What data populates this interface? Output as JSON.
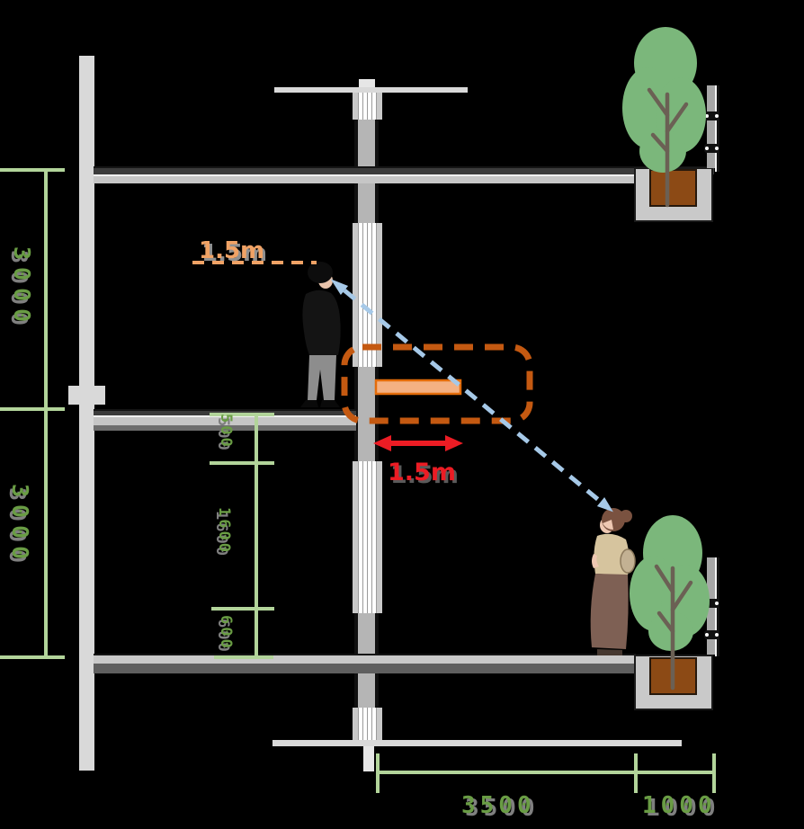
{
  "scene": {
    "type": "architectural-section-diagram",
    "description": "Building section: sight line between a man on the middle floor and a woman on the ground floor, trees in recessed planters with railings, dimensioned in millimetres"
  },
  "annotations": {
    "eye_label": "1.5m",
    "setback_label": "1.5m"
  },
  "dimensions": {
    "left": [
      "3000",
      "3000"
    ],
    "middle": [
      "500",
      "1600",
      "600"
    ],
    "bottom": [
      "3500",
      "1000"
    ]
  },
  "colors": {
    "background": "#000000",
    "wall_grey": "#d9d9d9",
    "column_grey": "#b5b5b5",
    "dimension_green": "#b2d49a",
    "dimension_text_green": "#699c44",
    "annotation_orange": "#f0a265",
    "highlight_box_orange": "#c45911",
    "highlight_bar_fill": "#f4b183",
    "highlight_bar_border": "#e36c0a",
    "arrow_red": "#ec1c24",
    "sightline_blue": "#a6c9e8",
    "tree_green": "#7bb77b",
    "soil_brown": "#8c4a15",
    "trunk_brown": "#6b6054"
  }
}
